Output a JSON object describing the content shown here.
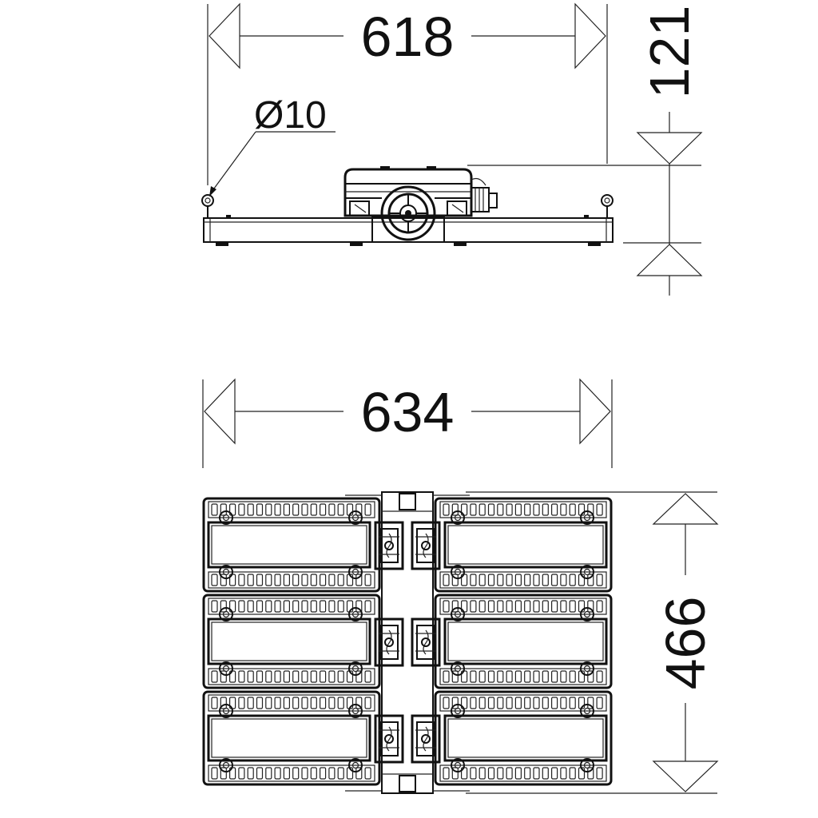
{
  "dimensions": {
    "side_width": "618",
    "side_height": "121",
    "hole_diameter": "Ø10",
    "top_width": "634",
    "top_depth": "466"
  },
  "colors": {
    "line": "#111111",
    "background": "#ffffff"
  }
}
